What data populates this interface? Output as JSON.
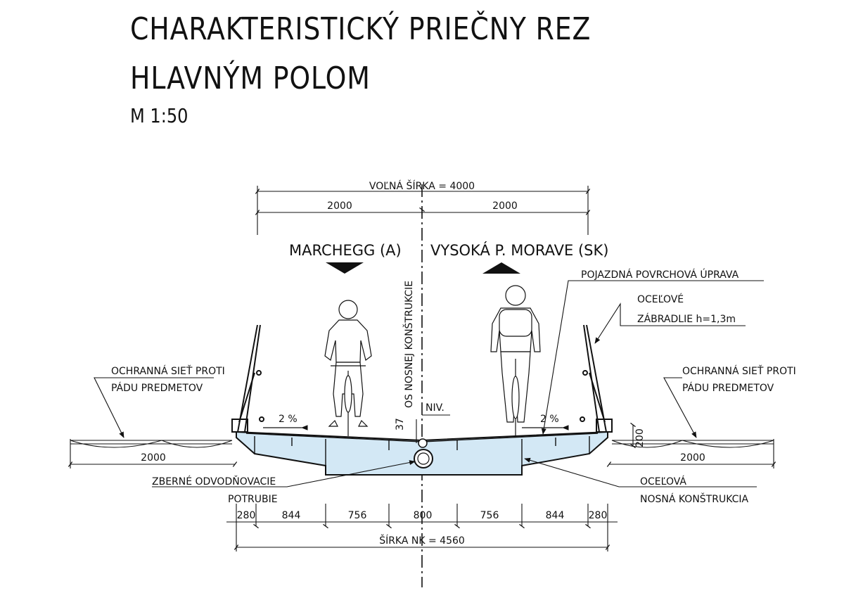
{
  "title": {
    "line1": "CHARAKTERISTICKÝ PRIEČNY REZ",
    "line2": "HLAVNÝM POLOM",
    "scale": "M 1:50"
  },
  "dimensions": {
    "clear_width": "VOĽNÁ ŠÍRKA = 4000",
    "half_left": "2000",
    "half_right": "2000",
    "net_left": "2000",
    "net_right": "2000",
    "seg_280_left": "280",
    "seg_844_left": "844",
    "seg_756_left": "756",
    "seg_800": "800",
    "seg_756_right": "756",
    "seg_844_right": "844",
    "seg_280_right": "280",
    "total_width": "ŠÍRKA NK = 4560",
    "niv": "NIV.",
    "niv_value": "37",
    "rail_right": "200"
  },
  "directions": {
    "left": "MARCHEGG (A)",
    "right": "VYSOKÁ P. MORAVE (SK)"
  },
  "slopes": {
    "left": "2 %",
    "right": "2 %"
  },
  "axis_label": "OS NOSNEJ KONŠTRUKCIE",
  "labels": {
    "surface": "POJAZDNÁ POVRCHOVÁ ÚPRAVA",
    "railing_line1": "OCEĽOVÉ",
    "railing_line2": "ZÁBRADLIE h=1,3m",
    "net_left_line1": "OCHRANNÁ SIEŤ PROTI",
    "net_left_line2": "PÁDU PREDMETOV",
    "net_right_line1": "OCHRANNÁ SIEŤ PROTI",
    "net_right_line2": "PÁDU PREDMETOV",
    "drain_line1": "ZBERNÉ ODVODŇOVACIE",
    "drain_line2": "POTRUBIE",
    "steel_line1": "OCEĽOVÁ",
    "steel_line2": "NOSNÁ KONŠTRUKCIA"
  },
  "colors": {
    "deck_fill": "#d3e8f5",
    "line": "#111111"
  }
}
